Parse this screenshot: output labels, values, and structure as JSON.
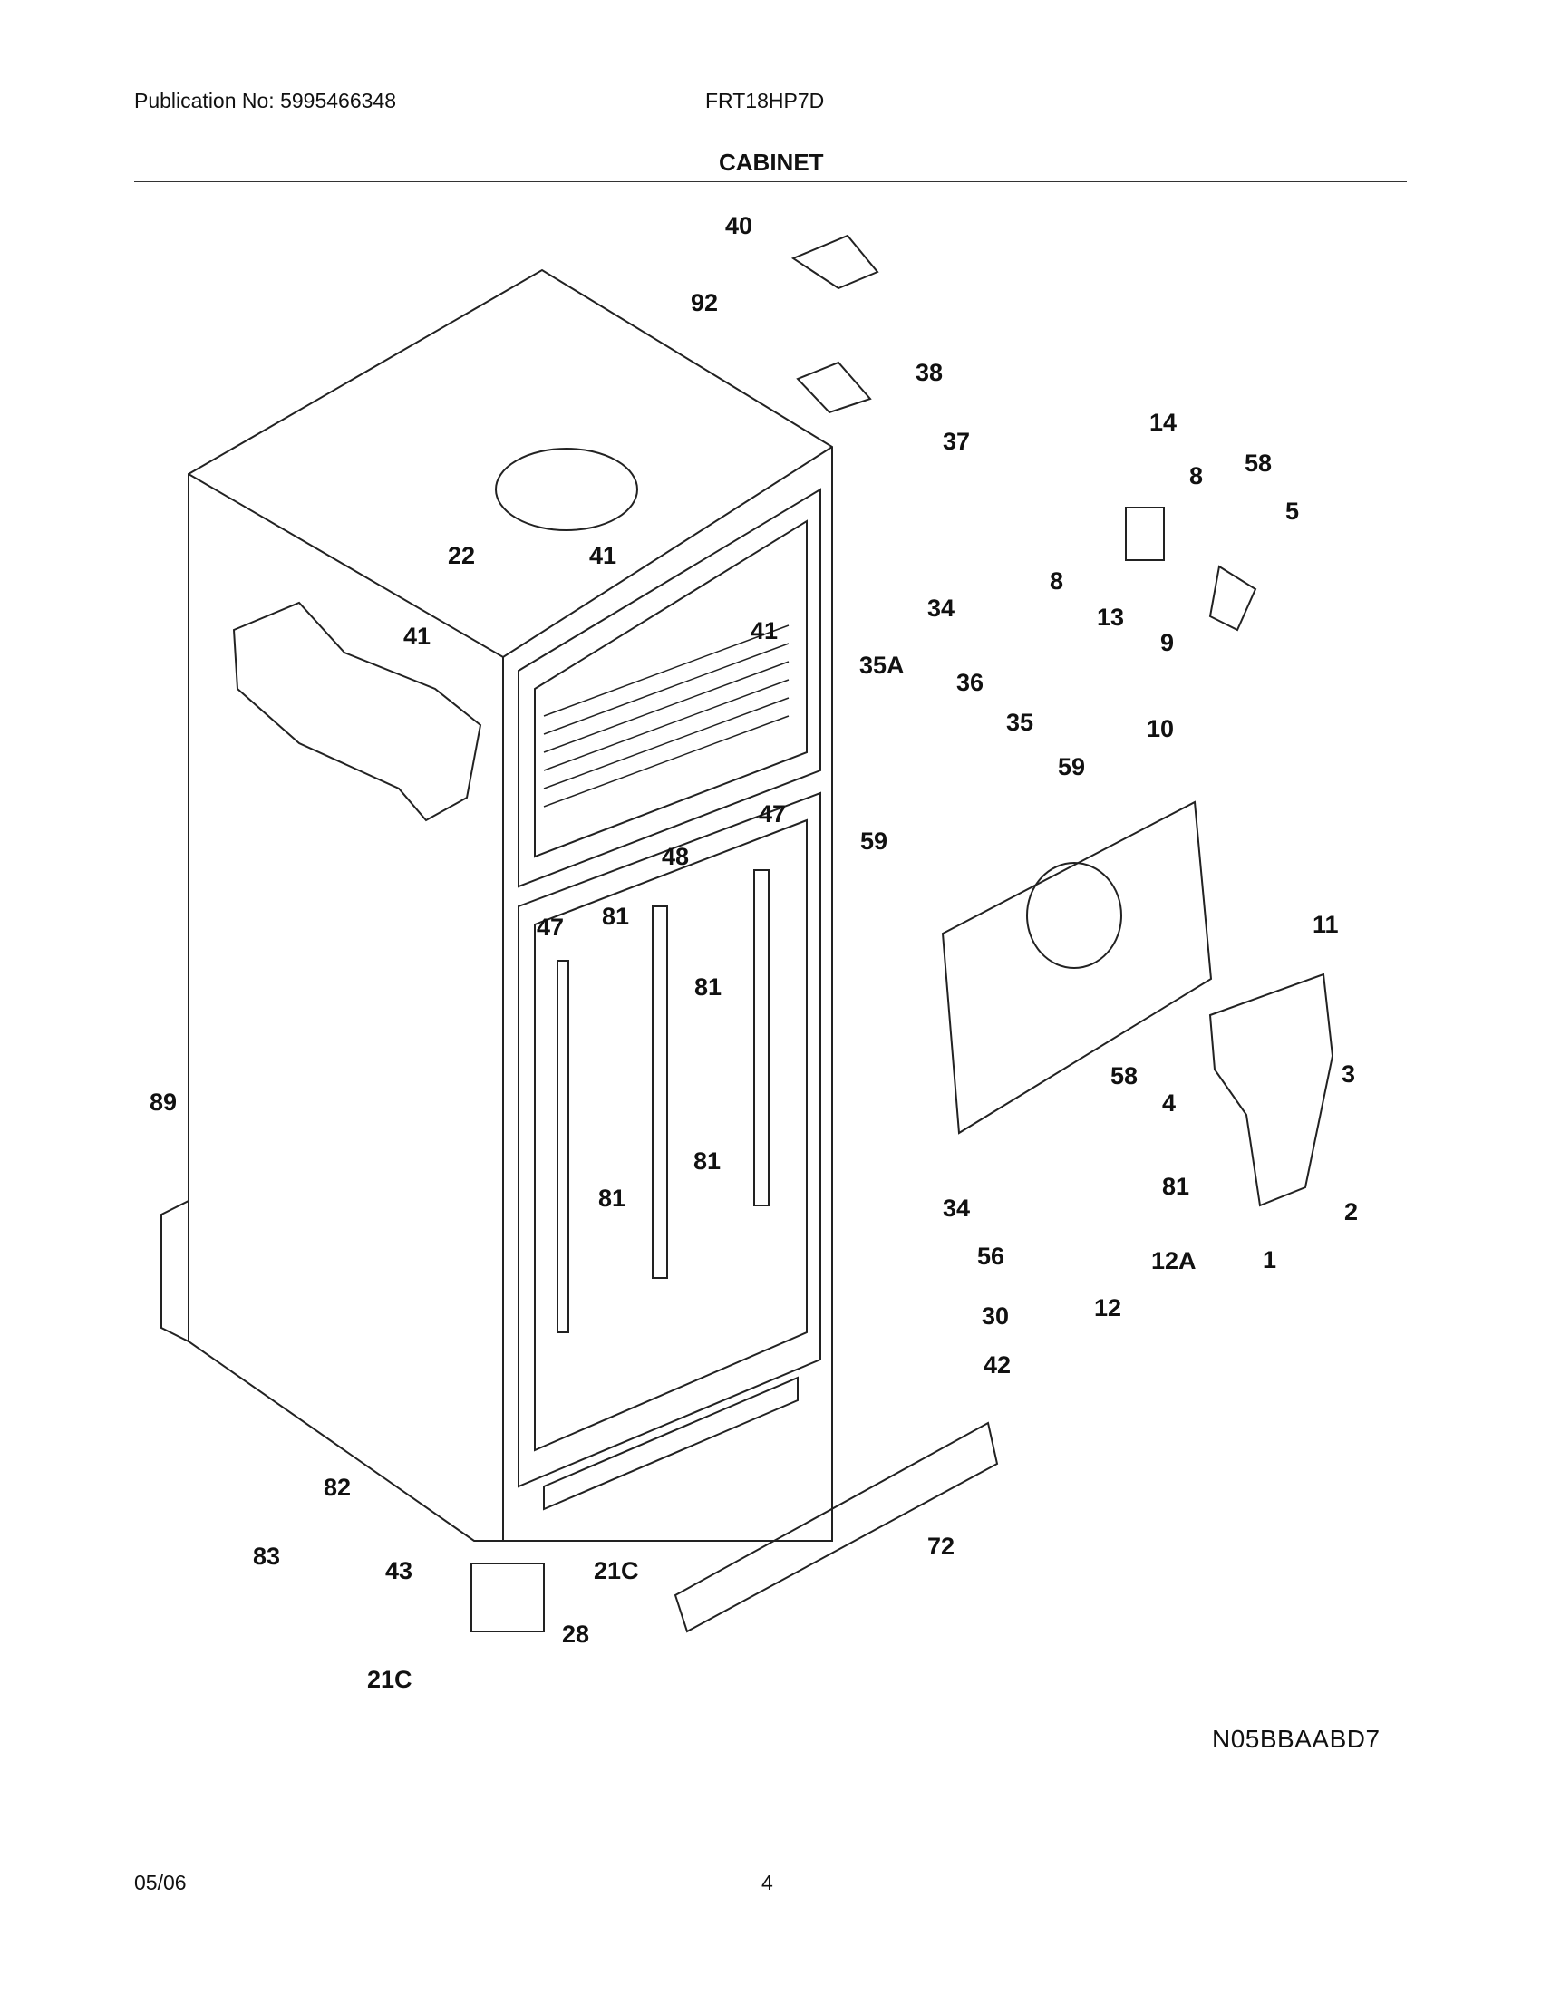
{
  "header": {
    "publication": "Publication No: 5995466348",
    "model": "FRT18HP7D",
    "title": "CABINET"
  },
  "diagram_code": "N05BBAABD7",
  "footer": {
    "date": "05/06",
    "page_number": "4"
  },
  "callouts": [
    "40",
    "92",
    "38",
    "37",
    "14",
    "8",
    "58",
    "5",
    "22",
    "41",
    "41",
    "41",
    "8",
    "13",
    "9",
    "34",
    "35A",
    "36",
    "35",
    "59",
    "10",
    "59",
    "47",
    "48",
    "81",
    "47",
    "81",
    "11",
    "58",
    "3",
    "4",
    "89",
    "81",
    "81",
    "81",
    "2",
    "1",
    "34",
    "56",
    "12A",
    "12",
    "30",
    "42",
    "82",
    "72",
    "83",
    "43",
    "21C",
    "28",
    "21C"
  ]
}
